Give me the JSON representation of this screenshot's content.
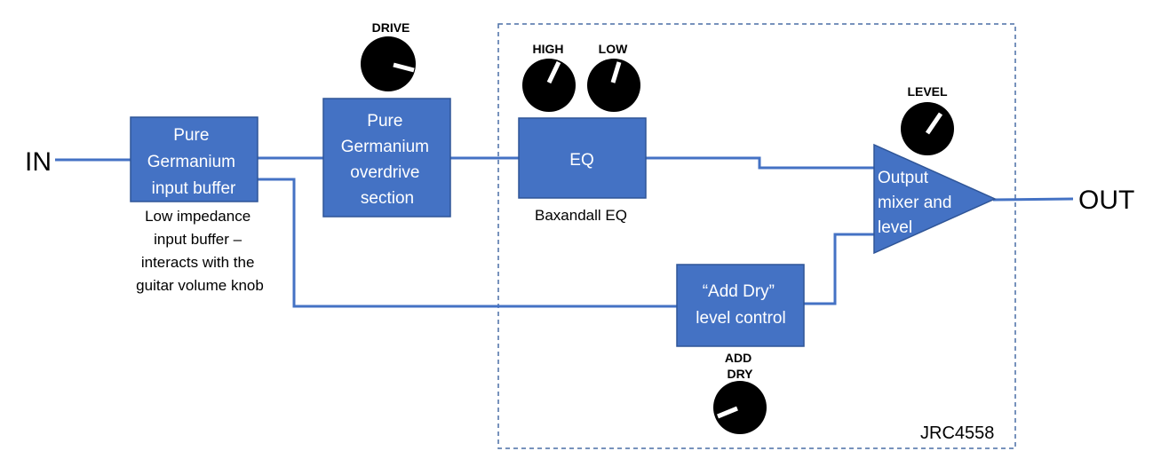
{
  "io": {
    "input": "IN",
    "output": "OUT"
  },
  "blocks": {
    "input_buffer": [
      "Pure",
      "Germanium",
      "input buffer"
    ],
    "overdrive": [
      "Pure",
      "Germanium",
      "overdrive",
      "section"
    ],
    "eq": [
      "EQ"
    ],
    "output_mixer": [
      "Output",
      "mixer and",
      "level"
    ],
    "add_dry": [
      "“Add Dry”",
      "level control"
    ]
  },
  "notes": {
    "input_buffer": [
      "Low impedance",
      "input buffer –",
      "interacts with the",
      "guitar volume knob"
    ],
    "eq": "Baxandall EQ",
    "chip": "JRC4558"
  },
  "knobs": {
    "drive": {
      "label": [
        "DRIVE"
      ],
      "icon": "knob-icon"
    },
    "high": {
      "label": [
        "HIGH"
      ],
      "icon": "knob-icon"
    },
    "low": {
      "label": [
        "LOW"
      ],
      "icon": "knob-icon"
    },
    "level": {
      "label": [
        "LEVEL"
      ],
      "icon": "knob-icon"
    },
    "add_dry": {
      "label": [
        "ADD",
        "DRY"
      ],
      "icon": "knob-icon"
    }
  },
  "colors": {
    "block_fill": "#4472c4",
    "wire": "#4472c4",
    "knob": "#000000",
    "chip_border": "#4a6fa5"
  }
}
